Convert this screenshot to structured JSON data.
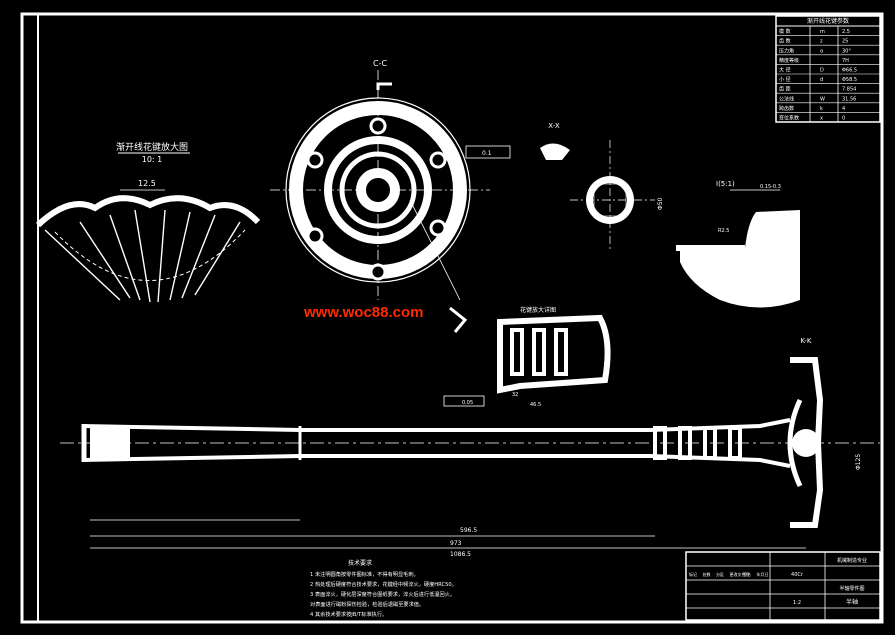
{
  "views": {
    "section_cc_label": "C-C",
    "section_xx_label": "X-X",
    "section_kk_label": "K-K",
    "detail_i_label": "I(5:1)",
    "enlarged_view_title": "渐开线花键放大图",
    "enlarged_view_scale": "10: 1",
    "splined_detail_title": "花键放大详图",
    "main_view_dim_a": "12.5",
    "main_view_dim_b": "596.5",
    "main_view_dim_c": "973",
    "main_view_dim_d": "1086.5",
    "tolerance_1": "0.1",
    "tolerance_2": "0.05",
    "dim_small_1": "0.15-0.3",
    "dim_small_2": "R2.5",
    "dim_small_3": "32",
    "dim_small_4": "46.5",
    "dim_small_5": "Φ50",
    "dim_small_6": "Φ125"
  },
  "watermark": "www.woc88.com",
  "tech_requirements": {
    "title": "技术要求",
    "items": [
      "1  未注明圆角按零件图标准，不得有明显毛刺。",
      "2  热处理后硬度符合技术要求，花键经中频淬火，硬度HRC50。",
      "3  表面淬火，硬化层深度符合图纸要求，淬火后进行低温回火。",
      "   对表面进行磁粉探伤检验，检验后退磁至要求值。",
      "4  其余技术要求按JB/T标准执行。"
    ]
  },
  "param_table": {
    "title": "渐开线花键参数",
    "rows": [
      [
        "模  数",
        "m",
        "2.5"
      ],
      [
        "齿  数",
        "z",
        "25"
      ],
      [
        "压力角",
        "α",
        "30°"
      ],
      [
        "精度等级",
        "",
        "7H"
      ],
      [
        "大  径",
        "D",
        "Φ66.5"
      ],
      [
        "小  径",
        "d",
        "Φ58.5"
      ],
      [
        "齿  距",
        "",
        "7.854"
      ],
      [
        "公法线",
        "W",
        "31.56"
      ],
      [
        "跨齿数",
        "k",
        "4"
      ],
      [
        "变位系数",
        "x",
        "0"
      ]
    ]
  },
  "title_block": {
    "name": "半轴",
    "drawing_no": "半轴零件图",
    "material": "40Cr",
    "scale": "1:2",
    "company": "机械制造专业",
    "rows": [
      "标记",
      "处数",
      "分区",
      "更改文件号",
      "签名",
      "年月日"
    ]
  }
}
